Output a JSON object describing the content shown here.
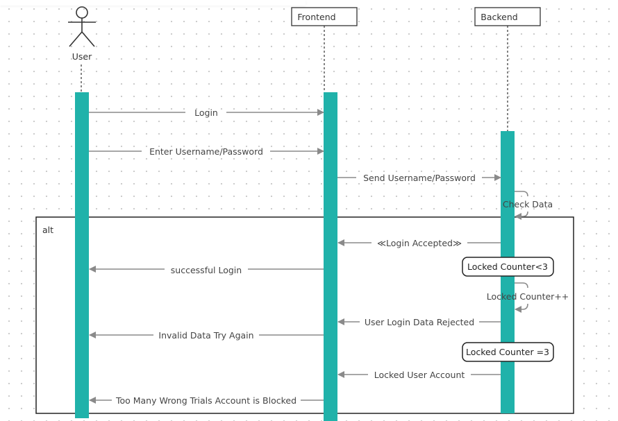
{
  "colors": {
    "activation": "#20b2aa",
    "arrow": "#8a8a8a",
    "border": "#333333",
    "text": "#444444"
  },
  "participants": {
    "user": {
      "label": "User",
      "icon": "actor-icon"
    },
    "frontend": {
      "label": "Frontend"
    },
    "backend": {
      "label": "Backend"
    }
  },
  "messages": [
    {
      "id": "login",
      "label": "Login"
    },
    {
      "id": "enter-credentials",
      "label": "Enter Username/Password"
    },
    {
      "id": "send-credentials",
      "label": "Send Username/Password"
    },
    {
      "id": "check-data",
      "label": "Check Data"
    },
    {
      "id": "login-accepted",
      "label": "≪Login Accepted≫"
    },
    {
      "id": "successful-login",
      "label": "successful Login"
    },
    {
      "id": "locked-counter-increment",
      "label": "Locked Counter++"
    },
    {
      "id": "login-rejected",
      "label": "User Login Data Rejected"
    },
    {
      "id": "invalid-data",
      "label": "Invalid Data Try Again"
    },
    {
      "id": "locked-account",
      "label": "Locked User Account"
    },
    {
      "id": "account-blocked",
      "label": "Too Many Wrong Trials Account is Blocked"
    }
  ],
  "notes": [
    {
      "id": "counter-less-3",
      "label": "Locked Counter<3"
    },
    {
      "id": "counter-equals-3",
      "label": "Locked Counter =3"
    }
  ],
  "frame": {
    "label": "alt"
  }
}
